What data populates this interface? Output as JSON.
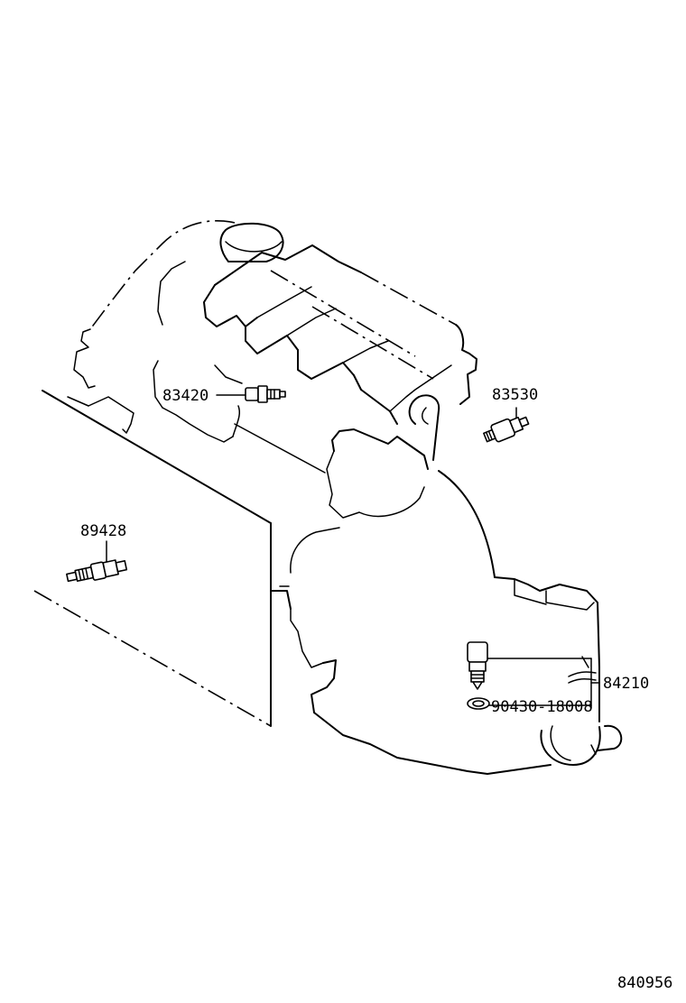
{
  "diagram": {
    "callouts": [
      {
        "id": "c83420",
        "part_number": "83420"
      },
      {
        "id": "c83530",
        "part_number": "83530"
      },
      {
        "id": "c89428",
        "part_number": "89428"
      },
      {
        "id": "c84210",
        "part_number": "84210"
      },
      {
        "id": "c90430",
        "part_number": "90430-18008"
      }
    ],
    "figure_number": "840956"
  }
}
